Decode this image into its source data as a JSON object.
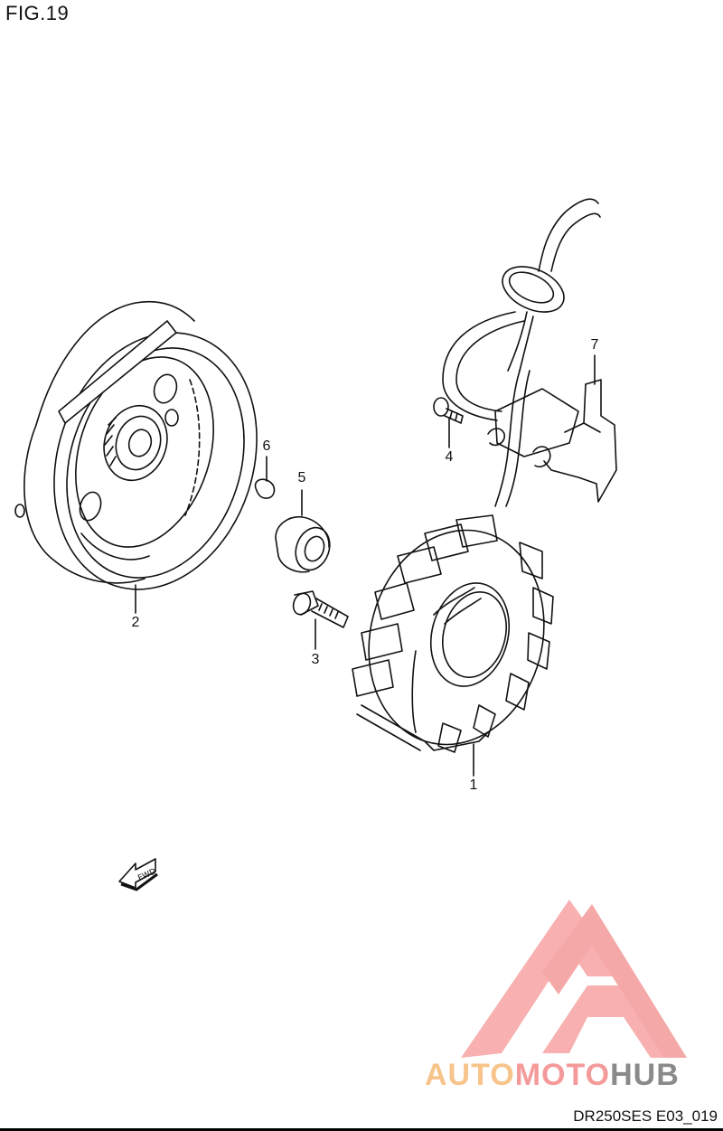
{
  "figure": {
    "title": "FIG.19",
    "ref_code": "DR250SES E03_019",
    "fwd_label": "FWD"
  },
  "callouts": [
    {
      "id": "stator",
      "number": "1"
    },
    {
      "id": "rotor",
      "number": "2"
    },
    {
      "id": "rotor-bolt",
      "number": "3"
    },
    {
      "id": "lead-wire-bolt",
      "number": "4"
    },
    {
      "id": "rotor-nut-washer",
      "number": "5"
    },
    {
      "id": "key",
      "number": "6"
    },
    {
      "id": "lead-wire-clamp",
      "number": "7"
    }
  ],
  "watermark": {
    "part1": "AUTO",
    "part2": "MOTO",
    "part3": "HUB",
    "colors": {
      "auto": "#f7c48b",
      "moto": "#f49a9a",
      "hub": "#8a8a8a",
      "logo": "#f7a3a3"
    }
  }
}
